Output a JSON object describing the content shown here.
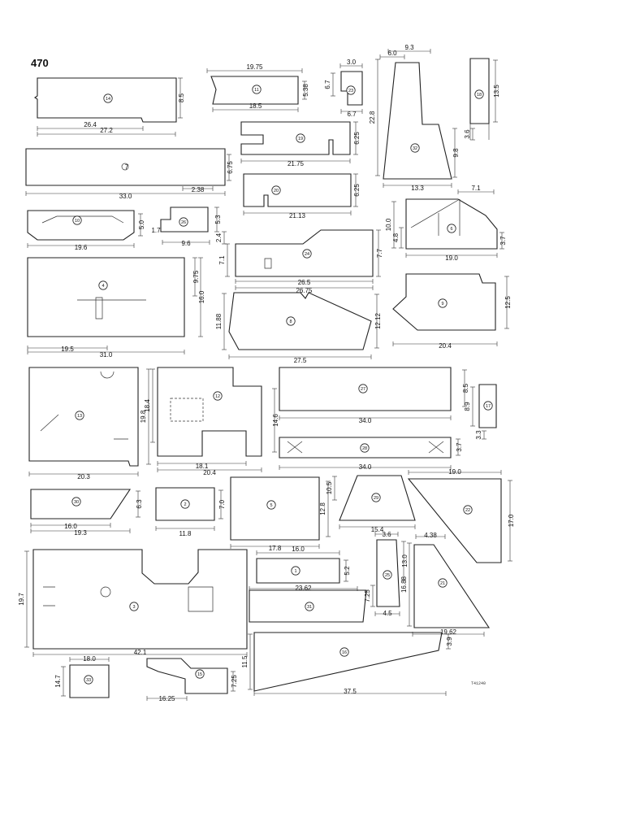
{
  "page_number": "470",
  "art_number": "T41240",
  "parts": [
    {
      "id": "14",
      "dims": [
        "26.4",
        "27.2",
        "8.5"
      ]
    },
    {
      "id": "11",
      "dims": [
        "19.75",
        "18.5",
        "5.38"
      ]
    },
    {
      "id": "23",
      "dims": [
        "3.0",
        "6.7",
        "6.7"
      ]
    },
    {
      "id": "32",
      "dims": [
        "6.0",
        "9.3",
        "22.8",
        "9.8",
        "13.3"
      ]
    },
    {
      "id": "18",
      "dims": [
        "13.5",
        "3.6"
      ]
    },
    {
      "id": "19",
      "dims": [
        "21.75",
        "6.25"
      ]
    },
    {
      "id": "7",
      "dims": [
        "33.0",
        "6.75",
        "2.38"
      ]
    },
    {
      "id": "20",
      "dims": [
        "21.13",
        "6.25"
      ]
    },
    {
      "id": "6",
      "dims": [
        "7.1",
        "10.0",
        "4.8",
        "19.0",
        "3.7"
      ]
    },
    {
      "id": "10",
      "dims": [
        "19.6",
        "5.0"
      ]
    },
    {
      "id": "26",
      "dims": [
        "1.7",
        "9.6",
        "5.3"
      ]
    },
    {
      "id": "24",
      "dims": [
        "2.4",
        "7.1",
        "26.75",
        "26.5",
        "7.7"
      ]
    },
    {
      "id": "4",
      "dims": [
        "19.5",
        "31.0",
        "9.75",
        "16.0"
      ]
    },
    {
      "id": "8",
      "dims": [
        "11.88",
        "27.5",
        "12.12"
      ]
    },
    {
      "id": "9",
      "dims": [
        "20.4",
        "12.5"
      ]
    },
    {
      "id": "13",
      "dims": [
        "19.8",
        "20.3"
      ]
    },
    {
      "id": "12",
      "dims": [
        "18.4",
        "18.1",
        "20.4",
        "14.6"
      ]
    },
    {
      "id": "27",
      "dims": [
        "34.0",
        "8.5"
      ]
    },
    {
      "id": "17",
      "dims": [
        "8.9",
        "3.3"
      ]
    },
    {
      "id": "28",
      "dims": [
        "34.0",
        "3.7"
      ]
    },
    {
      "id": "30",
      "dims": [
        "16.0",
        "19.3",
        "6.3"
      ]
    },
    {
      "id": "2",
      "dims": [
        "11.8",
        "7.0"
      ]
    },
    {
      "id": "5",
      "dims": [
        "12.8",
        "17.8"
      ]
    },
    {
      "id": "29",
      "dims": [
        "10.5",
        "15.4"
      ]
    },
    {
      "id": "22",
      "dims": [
        "19.0",
        "17.0"
      ]
    },
    {
      "id": "1",
      "dims": [
        "16.0",
        "23.62",
        "5.2"
      ]
    },
    {
      "id": "25",
      "dims": [
        "3.6",
        "13.0",
        "7.25",
        "4.5"
      ]
    },
    {
      "id": "21",
      "dims": [
        "4.38",
        "16.88",
        "19.62"
      ]
    },
    {
      "id": "3",
      "dims": [
        "19.7",
        "42.1"
      ]
    },
    {
      "id": "31",
      "dims": []
    },
    {
      "id": "16",
      "dims": [
        "11.5",
        "37.5",
        "3.9"
      ]
    },
    {
      "id": "33",
      "dims": [
        "18.0",
        "14.7"
      ]
    },
    {
      "id": "15",
      "dims": [
        "16.25",
        "7.25"
      ]
    }
  ]
}
